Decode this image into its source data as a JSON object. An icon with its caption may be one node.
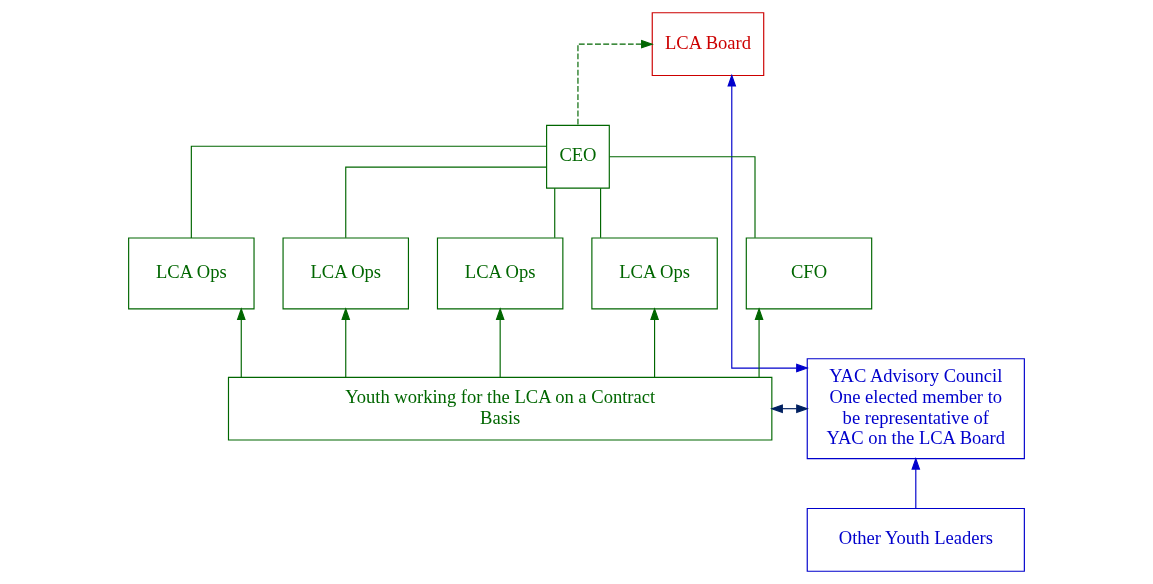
{
  "diagram": {
    "nodes": [
      {
        "text": [
          "LCA Board"
        ]
      },
      {
        "text": [
          "CEO"
        ]
      },
      {
        "text": [
          "LCA Ops"
        ]
      },
      {
        "text": [
          "LCA Ops"
        ]
      },
      {
        "text": [
          "LCA Ops"
        ]
      },
      {
        "text": [
          "LCA Ops"
        ]
      },
      {
        "text": [
          "CFO"
        ]
      },
      {
        "text": [
          "Youth working for the LCA on a Contract Basis"
        ]
      },
      {
        "text": [
          "YAC Advisory Council One elected member to be representative of YAC on the LCA Board"
        ]
      },
      {
        "text": [
          "Other Youth Leaders"
        ]
      }
    ],
    "edges": [
      {
        "from": 1,
        "to": 0,
        "arrow": "to",
        "style": "dashed"
      },
      {
        "from": 1,
        "to": 2,
        "arrow": "none"
      },
      {
        "from": 1,
        "to": 3,
        "arrow": "none"
      },
      {
        "from": 1,
        "to": 4,
        "arrow": "none"
      },
      {
        "from": 1,
        "to": 5,
        "arrow": "none"
      },
      {
        "from": 1,
        "to": 6,
        "arrow": "none"
      },
      {
        "from": 7,
        "to": 2,
        "arrow": "to"
      },
      {
        "from": 7,
        "to": 3,
        "arrow": "to"
      },
      {
        "from": 7,
        "to": 4,
        "arrow": "to"
      },
      {
        "from": 7,
        "to": 5,
        "arrow": "to"
      },
      {
        "from": 7,
        "to": 6,
        "arrow": "to"
      },
      {
        "from": 7,
        "to": 8,
        "arrow": "both",
        "color": "#002060"
      },
      {
        "from": 0,
        "to": 8,
        "arrow": "both",
        "color": "#0000cc"
      },
      {
        "from": 9,
        "to": 8,
        "arrow": "to",
        "color": "#0000cc"
      }
    ]
  }
}
